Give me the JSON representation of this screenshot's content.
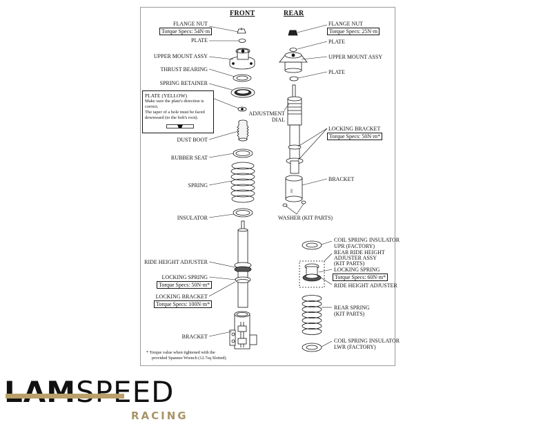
{
  "headers": {
    "front": "FRONT",
    "rear": "REAR"
  },
  "front_labels": {
    "flange_nut": "FLANGE NUT",
    "flange_nut_torque": "Torque Specs: 54N·m",
    "plate": "PLATE",
    "upper_mount": "UPPER MOUNT ASSY",
    "thrust_bearing": "THRUST BEARING",
    "spring_retainer": "SPRING RETAINER",
    "dust_boot": "DUST BOOT",
    "rubber_seat": "RUBBER SEAT",
    "spring": "SPRING",
    "insulator": "INSULATOR",
    "ride_height_adjuster": "RIDE HEIGHT ADJUSTER",
    "locking_spring": "LOCKING SPRING",
    "locking_spring_torque": "Torque Specs: 50N·m*",
    "locking_bracket": "LOCKING BRACKET",
    "locking_bracket_torque": "Torque Specs: 100N·m*",
    "bracket": "BRACKET"
  },
  "note": {
    "title": "PLATE (YELLOW)",
    "line1": "Make sure the plate's direction is",
    "line2": "correct.",
    "line3": "The taper of a hole must be faced",
    "line4": "downward (to the bolt's root)."
  },
  "footnote": {
    "line1": "* Torque value when tightened with the",
    "line2": "provided Spanner Wrench (12.7sq Slotted)."
  },
  "rear_labels": {
    "flange_nut": "FLANGE NUT",
    "flange_nut_torque": "Torque Specs: 25N·m",
    "plate": "PLATE",
    "upper_mount": "UPPER MOUNT ASSY",
    "plate2": "PLATE",
    "adjustment_dial_1": "ADJUSTMENT",
    "adjustment_dial_2": "DIAL",
    "locking_bracket": "LOCKING BRACKET",
    "locking_bracket_torque": "Torque Specs: 50N·m*",
    "bracket": "BRACKET",
    "washer": "WASHER (KIT PARTS)",
    "coil_upr_1": "COIL SPRING INSULATOR",
    "coil_upr_2": "UPR (FACTORY)",
    "rear_ride_1": "REAR RIDE HEIGHT",
    "rear_ride_2": "ADJUSTER ASSY",
    "rear_ride_3": "(KIT PARTS)",
    "locking_spring": "LOCKING SPRING",
    "locking_spring_torque": "Torque Specs: 60N·m*",
    "ride_height_adjuster": "RIDE HEIGHT ADJUSTER",
    "rear_spring_1": "REAR SPRING",
    "rear_spring_2": "(KIT PARTS)",
    "coil_lwr_1": "COIL SPRING INSULATOR",
    "coil_lwr_2": "LWR (FACTORY)"
  },
  "logo": {
    "part1": "LAM",
    "part2": "SPEED",
    "tagline": "RACING"
  },
  "colors": {
    "accent": "#b9a06a",
    "ink": "#111111",
    "frame": "#9a9a9a"
  }
}
